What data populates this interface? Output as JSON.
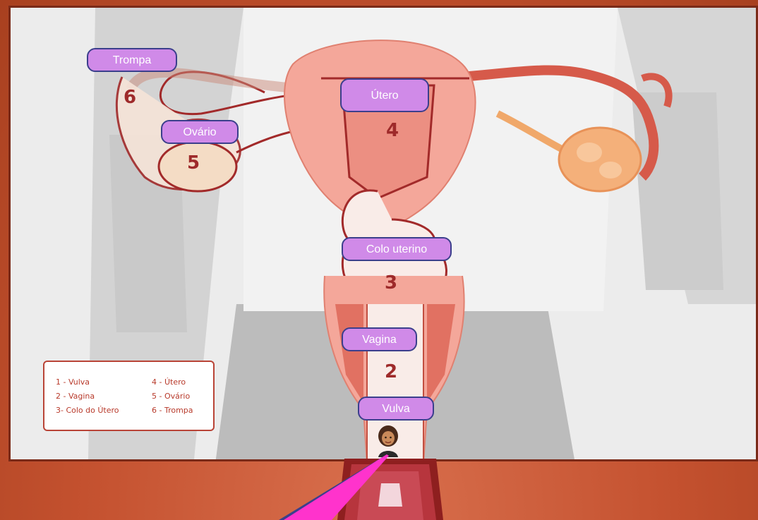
{
  "labels": {
    "trompa": "Trompa",
    "utero": "Útero",
    "ovario": "Ovário",
    "colo": "Colo uterino",
    "vagina": "Vagina",
    "vulva": "Vulva"
  },
  "diagram_numbers": {
    "n6": "6",
    "n5": "5",
    "n4": "4",
    "n3": "3",
    "n2": "2"
  },
  "legend": {
    "item1": "1 - Vulva",
    "item2": "2 - Vagina",
    "item3": "3- Colo do Útero",
    "item4": "4 - Útero",
    "item5": "5 - Ovário",
    "item6": "6 - Trompa"
  },
  "colors": {
    "label_fill": "#d08ae8",
    "label_border": "#3b3f8c",
    "background": "#c4512f",
    "pointer_line": "#ff33cc"
  },
  "icons": [
    "avatar-icon",
    "pedestal-icon"
  ]
}
